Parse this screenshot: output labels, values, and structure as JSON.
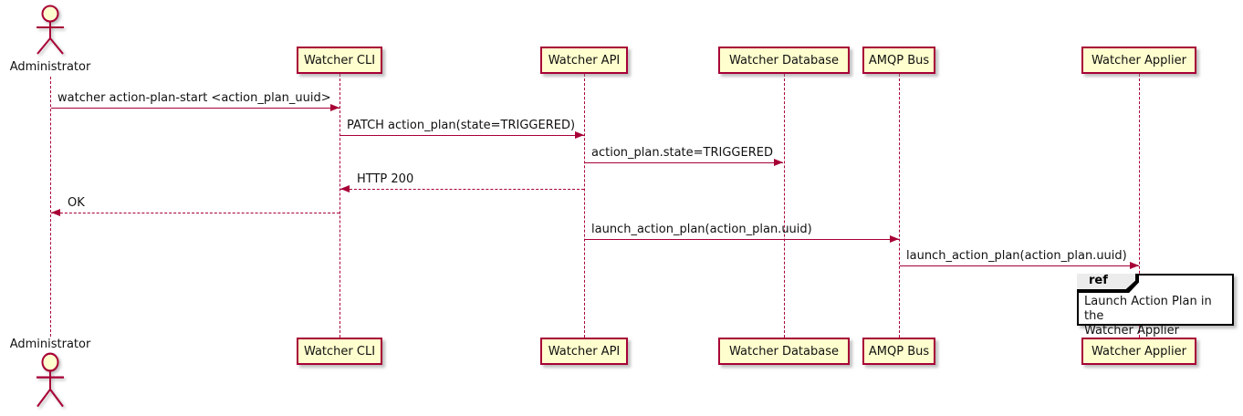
{
  "diagram": {
    "type": "sequence",
    "colors": {
      "participant_fill": "#FEFECE",
      "participant_border": "#A80036",
      "message_line": "#A80036",
      "text": "#111111",
      "ref_header_fill": "#ECECEC",
      "ref_border": "#000000",
      "background": "#FFFFFF"
    },
    "actor": {
      "label": "Administrator"
    },
    "participants": [
      {
        "label": "Watcher CLI"
      },
      {
        "label": "Watcher API"
      },
      {
        "label": "Watcher Database"
      },
      {
        "label": "AMQP Bus"
      },
      {
        "label": "Watcher Applier"
      }
    ],
    "messages": [
      {
        "from": "Administrator",
        "to": "Watcher CLI",
        "label": "watcher action-plan-start <action_plan_uuid>",
        "line": "solid"
      },
      {
        "from": "Watcher CLI",
        "to": "Watcher API",
        "label": "PATCH action_plan(state=TRIGGERED)",
        "line": "solid"
      },
      {
        "from": "Watcher API",
        "to": "Watcher Database",
        "label": "action_plan.state=TRIGGERED",
        "line": "solid"
      },
      {
        "from": "Watcher API",
        "to": "Watcher CLI",
        "label": "HTTP 200",
        "line": "dashed"
      },
      {
        "from": "Watcher CLI",
        "to": "Administrator",
        "label": "OK",
        "line": "dashed"
      },
      {
        "from": "Watcher API",
        "to": "AMQP Bus",
        "label": "launch_action_plan(action_plan.uuid)",
        "line": "solid"
      },
      {
        "from": "AMQP Bus",
        "to": "Watcher Applier",
        "label": "launch_action_plan(action_plan.uuid)",
        "line": "solid"
      }
    ],
    "ref": {
      "keyword": "ref",
      "lines": [
        "Launch Action Plan in the",
        "Watcher Applier"
      ]
    }
  }
}
